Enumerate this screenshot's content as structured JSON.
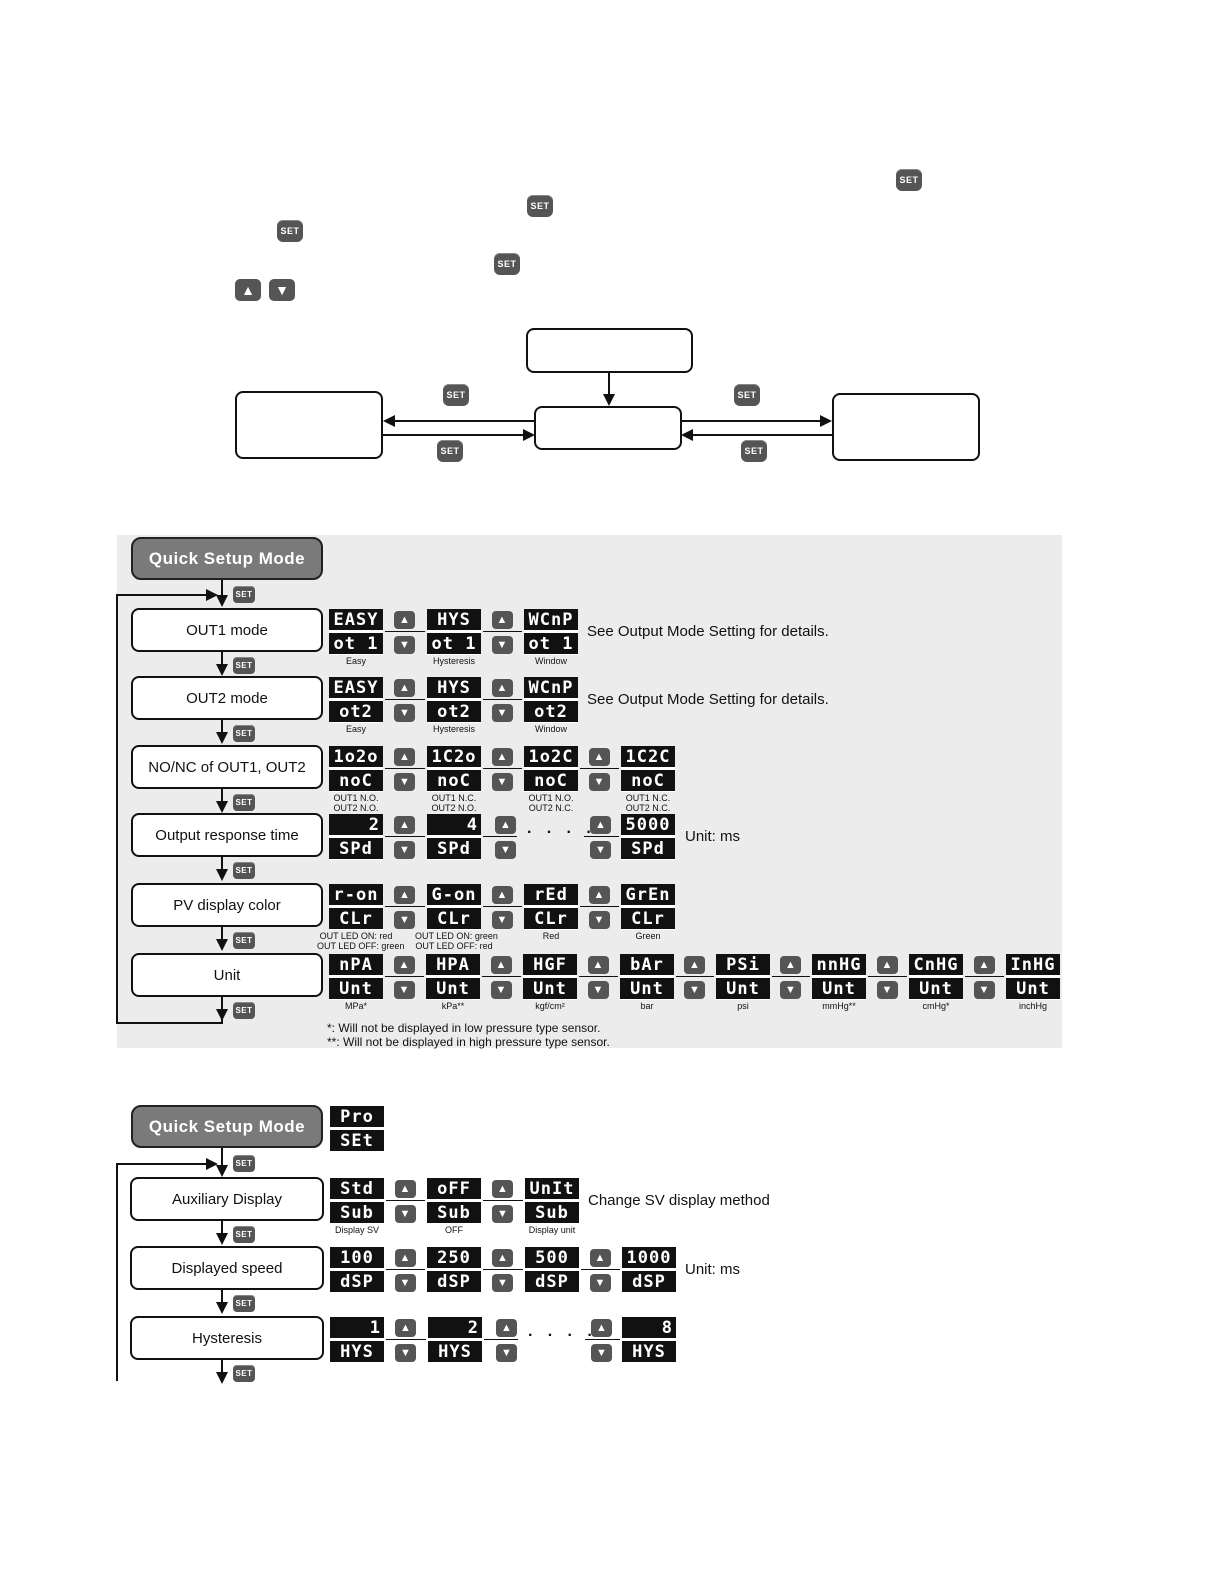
{
  "set_key_label": "SET",
  "up_arrow": "▲",
  "down_arrow": "▼",
  "quick_setup_title": "Quick Setup Mode",
  "panel1": {
    "steps": [
      {
        "label": "OUT1 mode",
        "note": "See Output Mode Setting for details.",
        "options": [
          {
            "top": "EASY",
            "bottom": "ot 1",
            "caption": "Easy"
          },
          {
            "top": "HYS",
            "bottom": "ot 1",
            "caption": "Hysteresis"
          },
          {
            "top": "WCnP",
            "bottom": "ot 1",
            "caption": "Window"
          }
        ]
      },
      {
        "label": "OUT2 mode",
        "note": "See Output Mode Setting for details.",
        "options": [
          {
            "top": "EASY",
            "bottom": "ot2",
            "caption": "Easy"
          },
          {
            "top": "HYS",
            "bottom": "ot2",
            "caption": "Hysteresis"
          },
          {
            "top": "WCnP",
            "bottom": "ot2",
            "caption": "Window"
          }
        ]
      },
      {
        "label": "NO/NC of OUT1, OUT2",
        "note": "",
        "options": [
          {
            "top": "1o2o",
            "bottom": "noC",
            "caption": "OUT1 N.O.",
            "caption2": "OUT2 N.O."
          },
          {
            "top": "1C2o",
            "bottom": "noC",
            "caption": "OUT1 N.C.",
            "caption2": "OUT2 N.O."
          },
          {
            "top": "1o2C",
            "bottom": "noC",
            "caption": "OUT1 N.O.",
            "caption2": "OUT2 N.C."
          },
          {
            "top": "1C2C",
            "bottom": "noC",
            "caption": "OUT1 N.C.",
            "caption2": "OUT2 N.C."
          }
        ]
      },
      {
        "label": "Output response time",
        "note": "Unit: ms",
        "options": [
          {
            "top": "2",
            "bottom": "SPd"
          },
          {
            "top": "4",
            "bottom": "SPd"
          },
          {
            "top": "5000",
            "bottom": "SPd"
          }
        ]
      },
      {
        "label": "PV display color",
        "note": "",
        "options": [
          {
            "top": "r-on",
            "bottom": "CLr",
            "caption": "OUT LED ON: red",
            "caption2": "OUT LED OFF: green"
          },
          {
            "top": "G-on",
            "bottom": "CLr",
            "caption": "OUT LED ON: green",
            "caption2": "OUT LED OFF: red"
          },
          {
            "top": "rEd",
            "bottom": "CLr",
            "caption": "Red"
          },
          {
            "top": "GrEn",
            "bottom": "CLr",
            "caption": "Green"
          }
        ]
      },
      {
        "label": "Unit",
        "note": "",
        "options": [
          {
            "top": "nPA",
            "bottom": "Unt",
            "caption": "MPa*"
          },
          {
            "top": "HPA",
            "bottom": "Unt",
            "caption": "kPa**"
          },
          {
            "top": "HGF",
            "bottom": "Unt",
            "caption": "kgf/cm²"
          },
          {
            "top": "bAr",
            "bottom": "Unt",
            "caption": "bar"
          },
          {
            "top": "PSi",
            "bottom": "Unt",
            "caption": "psi"
          },
          {
            "top": "nnHG",
            "bottom": "Unt",
            "caption": "mmHg**"
          },
          {
            "top": "CnHG",
            "bottom": "Unt",
            "caption": "cmHg*"
          },
          {
            "top": "InHG",
            "bottom": "Unt",
            "caption": "inchHg"
          }
        ]
      }
    ],
    "footnote1": "*: Will not be displayed in low pressure type sensor.",
    "footnote2": "**: Will not be displayed in high pressure type sensor."
  },
  "panel2": {
    "header_display": {
      "top": "Pro",
      "bottom": "SEt"
    },
    "steps": [
      {
        "label": "Auxiliary Display",
        "note": "Change SV display method",
        "options": [
          {
            "top": "Std",
            "bottom": "Sub",
            "caption": "Display SV"
          },
          {
            "top": "oFF",
            "bottom": "Sub",
            "caption": "OFF"
          },
          {
            "top": "UnIt",
            "bottom": "Sub",
            "caption": "Display unit"
          }
        ]
      },
      {
        "label": "Displayed speed",
        "note": "Unit: ms",
        "options": [
          {
            "top": "100",
            "bottom": "dSP"
          },
          {
            "top": "250",
            "bottom": "dSP"
          },
          {
            "top": "500",
            "bottom": "dSP"
          },
          {
            "top": "1000",
            "bottom": "dSP"
          }
        ]
      },
      {
        "label": "Hysteresis",
        "note": "",
        "options": [
          {
            "top": "1",
            "bottom": "HYS"
          },
          {
            "top": "2",
            "bottom": "HYS"
          },
          {
            "top": "8",
            "bottom": "HYS"
          }
        ]
      }
    ]
  },
  "ellipsis": "· · · ·"
}
